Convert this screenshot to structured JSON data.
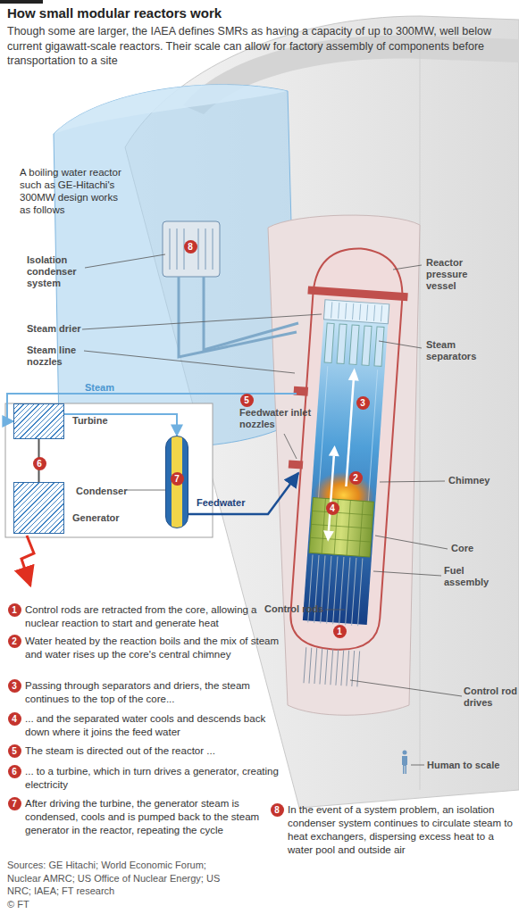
{
  "diagram": {
    "title": "How small modular reactors work",
    "caption": "Though some are larger, the IAEA defines SMRs as having a capacity of up to 300MW, well below current gigawatt-scale reactors. Their scale can allow for factory assembly of components before transportation to a site",
    "nodes": [
      {
        "text": [
          "Turbine"
        ]
      },
      {
        "text": [
          "Generator"
        ]
      },
      {
        "text": [
          "Condenser"
        ]
      }
    ],
    "edges": [
      {
        "from": 0,
        "to": 2,
        "arrow": "to"
      },
      {
        "from": 0,
        "to": 1,
        "arrow": "none"
      }
    ],
    "labels": [
      "A boiling water reactor such as GE-Hitachi's 300MW design works as follows",
      "8",
      "Isolation condenser system",
      "Steam drier",
      "Steam line nozzles",
      "Reactor pressure vessel",
      "Steam separators",
      "Steam",
      "5",
      "Feedwater inlet nozzles",
      "3",
      "Chimney",
      "6",
      "7",
      "Feedwater",
      "2",
      "4",
      "Core",
      "Fuel assembly",
      "Control rods",
      "1",
      "Control rod drives",
      "Human to scale",
      "1",
      "Control rods are retracted from the core, allowing a nuclear reaction to start and generate heat",
      "2",
      "Water heated by the reaction boils and the mix of steam and water rises up the core's central chimney",
      "3",
      "Passing through separators and driers, the steam continues to the top of the core...",
      "4",
      "... and the separated water cools and descends back down where it joins the feed water",
      "5",
      "The steam is directed out of the reactor ...",
      "6",
      "... to a turbine, which in turn drives a generator, creating electricity",
      "7",
      "After driving the turbine, the generator steam is condensed, cools and is pumped back to the steam generator in the reactor, repeating the cycle",
      "8",
      "In the event of a system problem, an isolation condenser system continues to circulate steam to heat exchangers, dispersing excess heat to a water pool and outside air",
      "Sources: GE Hitachi; World Economic Forum; Nuclear AMRC; US Office of Nuclear Energy; US NRC; IAEA; FT research",
      "© FT"
    ]
  }
}
